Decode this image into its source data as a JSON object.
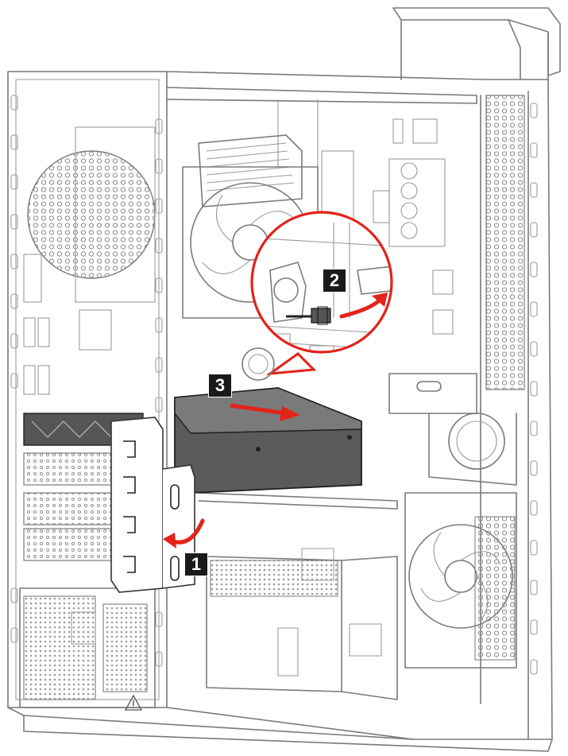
{
  "steps": [
    {
      "label": "1"
    },
    {
      "label": "2"
    },
    {
      "label": "3"
    }
  ],
  "colors": {
    "arrow": "#e2231a",
    "callout_circle": "#e2231a",
    "outline": "#7a7a7a",
    "part_fill": "#5a5a5a",
    "label_bg": "#1a1a1a"
  },
  "icons": [
    "warning-icon"
  ]
}
